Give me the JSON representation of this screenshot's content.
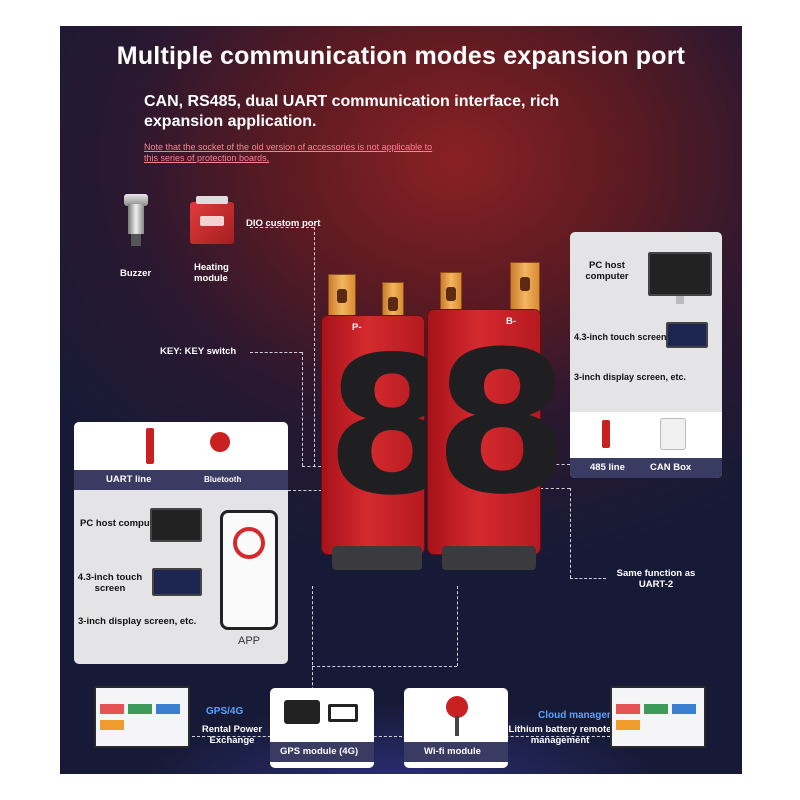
{
  "header": {
    "title": "Multiple communication modes expansion port",
    "subtitle": "CAN, RS485, dual UART communication interface, rich expansion application.",
    "note": "Note that the socket of the old version of accessories is not applicable to this series of protection boards,"
  },
  "accessories": {
    "buzzer": "Buzzer",
    "heating_module": "Heating module",
    "dio_port": "DIO custom port",
    "key_switch": "KEY: KEY switch"
  },
  "board": {
    "left_pole": "P-",
    "right_pole": "B-",
    "digit": "8"
  },
  "right_panel": {
    "items": [
      "PC host computer",
      "4.3-inch touch screen",
      "3-inch display screen, etc."
    ],
    "bottom_items": [
      "485 line",
      "CAN Box"
    ],
    "uart2_note": "Same function as UART-2"
  },
  "left_panel": {
    "top_items": [
      "UART line",
      "Bluetooth"
    ],
    "items": [
      "PC host computer",
      "4.3-inch touch screen",
      "3-inch display screen, etc."
    ],
    "app_label": "APP"
  },
  "bottom": {
    "gps_label": "GPS/4G",
    "rental": "Rental Power Exchange",
    "gps_module": "GPS module (4G)",
    "wifi_module": "Wi-fi module",
    "cloud_manager": "Cloud manager",
    "lithium": "Lithium battery remote management"
  },
  "colors": {
    "accent_red": "#d42a2e",
    "band_navy": "#393b62",
    "link_blue": "#5ca2ff",
    "note_pink": "#ff7f93"
  }
}
